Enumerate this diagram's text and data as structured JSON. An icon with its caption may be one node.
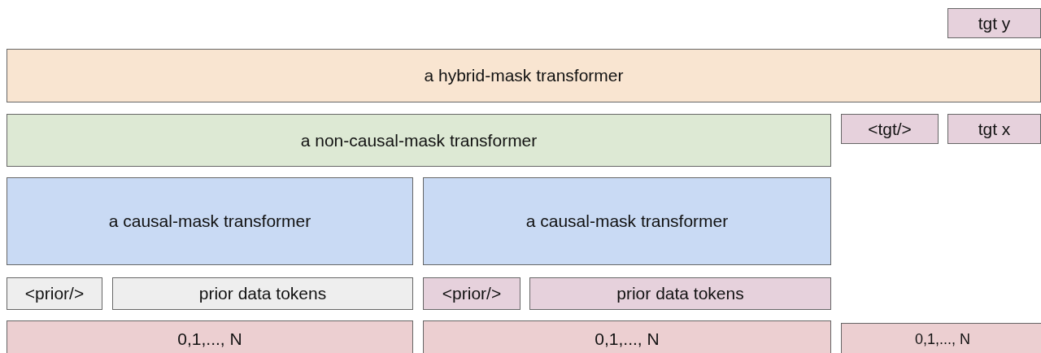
{
  "diagram": {
    "nodes": [
      {
        "text": [
          "tgt y"
        ]
      },
      {
        "text": [
          "a hybrid-mask transformer"
        ]
      },
      {
        "text": [
          "a non-causal-mask transformer"
        ]
      },
      {
        "text": [
          "<tgt/>"
        ]
      },
      {
        "text": [
          "tgt x"
        ]
      },
      {
        "text": [
          "a causal-mask transformer"
        ]
      },
      {
        "text": [
          "a causal-mask transformer"
        ]
      },
      {
        "text": [
          "<prior/>"
        ]
      },
      {
        "text": [
          "prior data tokens"
        ]
      },
      {
        "text": [
          "<prior/>"
        ]
      },
      {
        "text": [
          "prior data tokens"
        ]
      },
      {
        "text": [
          "0,1,..., N"
        ]
      },
      {
        "text": [
          "0,1,..., N"
        ]
      },
      {
        "text": [
          "0,1,..., N"
        ]
      }
    ]
  }
}
